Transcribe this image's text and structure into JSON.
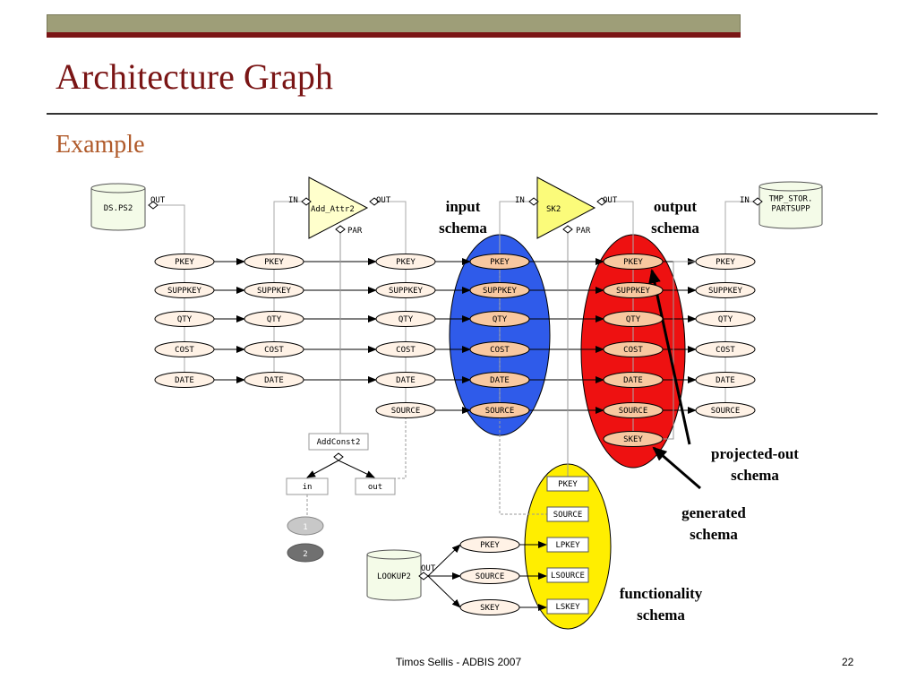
{
  "slide": {
    "title": "Architecture Graph",
    "subtitle": "Example",
    "footer": "Timos Sellis - ADBIS 2007",
    "page_number": "22"
  },
  "diagram": {
    "recordsets": {
      "ds_ps2": "DS.PS2",
      "tmp_stor": [
        "TMP_STOR.",
        "PARTSUPP"
      ],
      "lookup2": "LOOKUP2"
    },
    "activities": {
      "add_attr2": "Add_Attr2",
      "sk2": "SK2",
      "addconst2": "AddConst2"
    },
    "port_labels": {
      "in": "IN",
      "out": "OUT",
      "par": "PAR"
    },
    "attributes": [
      "PKEY",
      "SUPPKEY",
      "QTY",
      "COST",
      "DATE"
    ],
    "source_attr": "SOURCE",
    "skey_attr": "SKEY",
    "functionality": [
      "PKEY",
      "SOURCE",
      "LPKEY",
      "LSOURCE",
      "LSKEY"
    ],
    "lookup_attrs": [
      "PKEY",
      "SOURCE",
      "SKEY"
    ],
    "addconst_ports": {
      "in": "in",
      "out": "out"
    },
    "circles": [
      "1",
      "2"
    ],
    "annotations": {
      "input_schema": [
        "input",
        "schema"
      ],
      "output_schema": [
        "output",
        "schema"
      ],
      "projected_out": [
        "projected-out",
        "schema"
      ],
      "generated": [
        "generated",
        "schema"
      ],
      "functionality": [
        "functionality",
        "schema"
      ]
    },
    "colors": {
      "input_schema": "#2f5bea",
      "output_schema": "#ee1111",
      "functionality_schema": "#ffee00",
      "activity_fill": "#ffffcc",
      "recordset_fill": "#f4fbe8",
      "attr_fill": "#fff2e6",
      "attr_highlight": "#f8c8a0",
      "title": "#7a1515",
      "subtitle": "#b05a2a"
    }
  }
}
